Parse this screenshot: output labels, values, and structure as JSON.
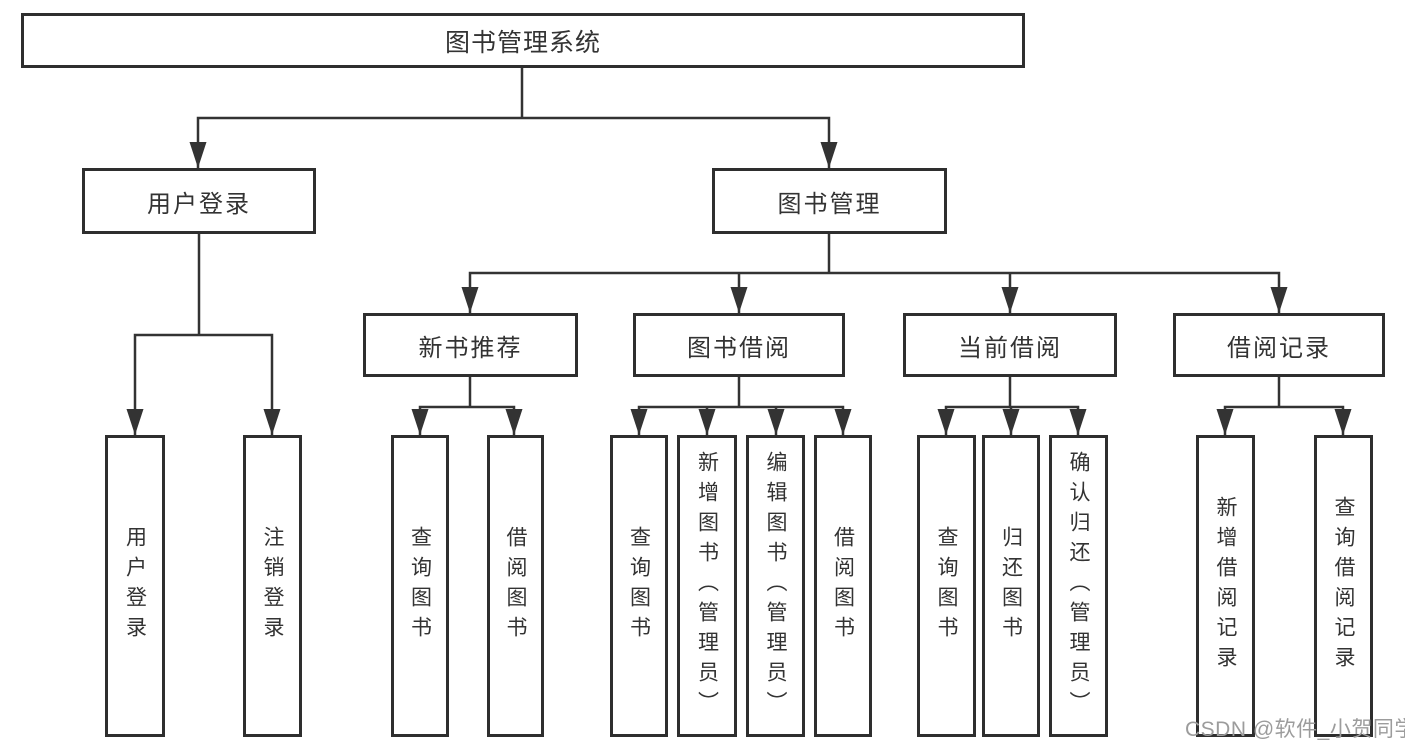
{
  "diagram": {
    "root": {
      "label": "图书管理系统"
    },
    "level2": [
      {
        "label": "用户登录"
      },
      {
        "label": "图书管理"
      }
    ],
    "level3": [
      {
        "label": "新书推荐"
      },
      {
        "label": "图书借阅"
      },
      {
        "label": "当前借阅"
      },
      {
        "label": "借阅记录"
      }
    ],
    "leaves": [
      {
        "label": "用户登录"
      },
      {
        "label": "注销登录"
      },
      {
        "label": "查询图书"
      },
      {
        "label": "借阅图书"
      },
      {
        "label": "查询图书"
      },
      {
        "label": "新增图书（管理员）"
      },
      {
        "label": "编辑图书（管理员）"
      },
      {
        "label": "借阅图书"
      },
      {
        "label": "查询图书"
      },
      {
        "label": "归还图书"
      },
      {
        "label": "确认归还（管理员）"
      },
      {
        "label": "新增借阅记录"
      },
      {
        "label": "查询借阅记录"
      }
    ]
  },
  "watermark": {
    "text": "CSDN @软件_小贺同学"
  },
  "colors": {
    "line": "#333333",
    "box_border": "#2e2e2e",
    "text": "#333333",
    "watermark": "#9c9c9c",
    "background": "#ffffff"
  }
}
